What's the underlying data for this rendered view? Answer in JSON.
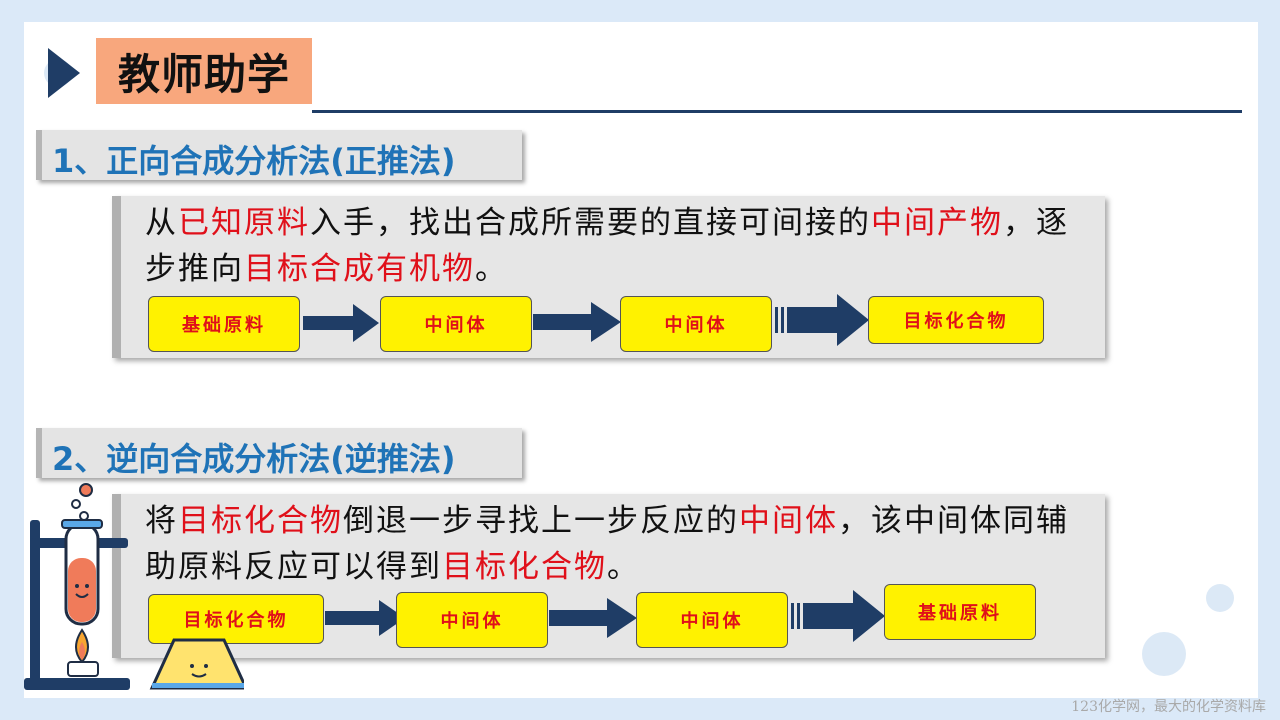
{
  "header": {
    "title": "教师助学"
  },
  "section1": {
    "heading": "1、正向合成分析法(正推法)",
    "desc": [
      {
        "t": "从",
        "red": false
      },
      {
        "t": "已知原料",
        "red": true
      },
      {
        "t": "入手，找出合成所需要的直接可间接的",
        "red": false
      },
      {
        "t": "中间产物",
        "red": true
      },
      {
        "t": "，逐步推向",
        "red": false
      },
      {
        "t": "目标合成有机物",
        "red": true
      },
      {
        "t": "。",
        "red": false
      }
    ],
    "flow": [
      "基础原料",
      "中间体",
      "中间体",
      "目标化合物"
    ]
  },
  "section2": {
    "heading": "2、逆向合成分析法(逆推法)",
    "desc": [
      {
        "t": "将",
        "red": false
      },
      {
        "t": "目标化合物",
        "red": true
      },
      {
        "t": "倒退一步寻找上一步反应的",
        "red": false
      },
      {
        "t": "中间体",
        "red": true
      },
      {
        "t": "，该中间体同辅助原料反应可以得到",
        "red": false
      },
      {
        "t": "目标化合物",
        "red": true
      },
      {
        "t": "。",
        "red": false
      }
    ],
    "flow": [
      "目标化合物",
      "中间体",
      "中间体",
      "基础原料"
    ]
  },
  "footer": {
    "watermark": "123化学网，最大的化学资料库"
  },
  "colors": {
    "accent_red": "#e0101a",
    "flow_yellow": "#fff200",
    "navy": "#1f3d66",
    "heading_blue": "#1f73b7",
    "title_orange": "#f8a77d"
  }
}
